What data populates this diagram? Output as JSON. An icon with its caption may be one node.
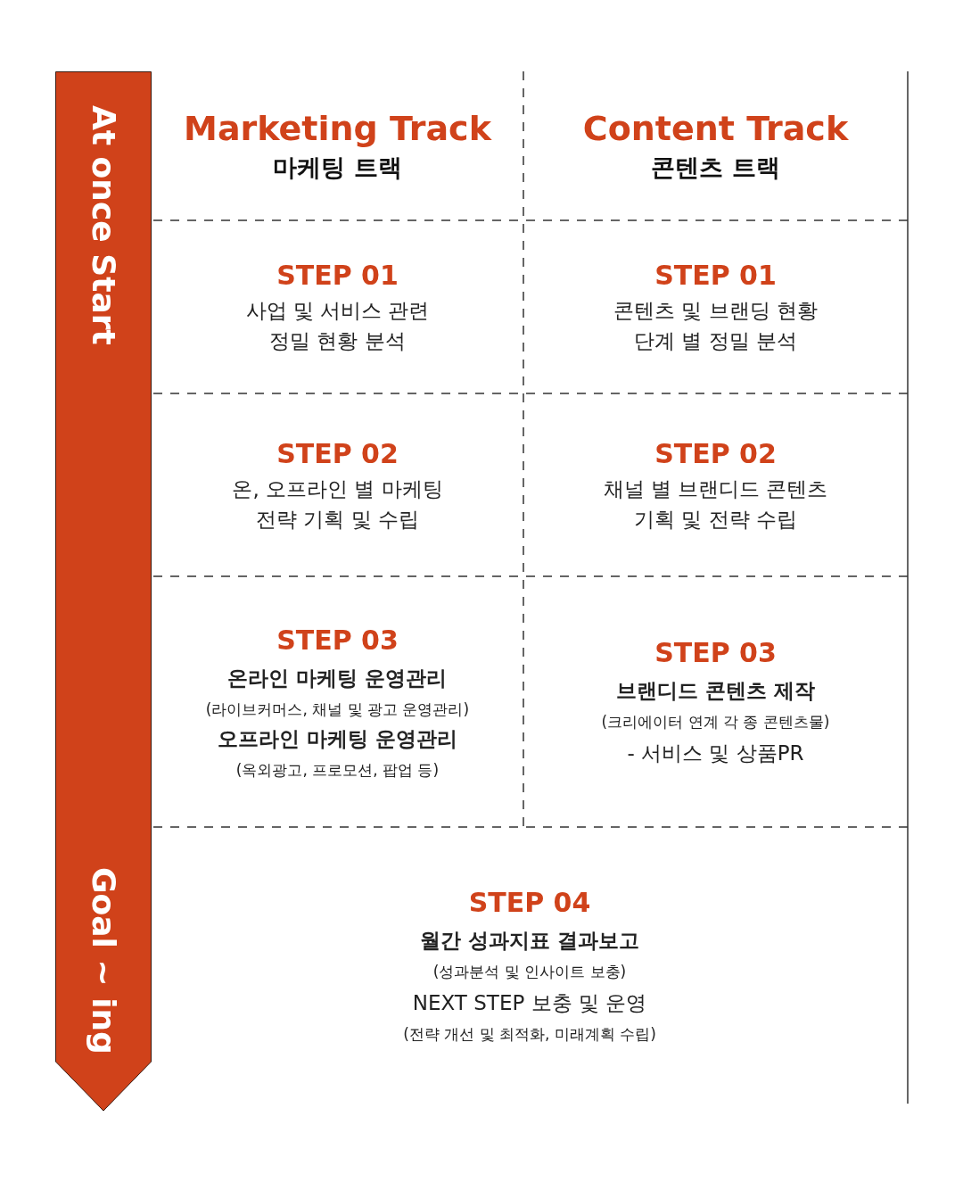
{
  "diagram": {
    "nodes": [
      {
        "text": [
          "At once Start",
          "Goal ~ ing"
        ]
      },
      {
        "text": [
          "Marketing Track",
          "마케팅 트랙"
        ]
      },
      {
        "text": [
          "Content Track",
          "콘텐츠 트랙"
        ]
      },
      {
        "text": [
          "STEP 01",
          "사업 및 서비스 관련 정밀 현황 분석"
        ]
      },
      {
        "text": [
          "STEP 01",
          "콘텐츠 및 브랜딩 현황 단계 별 정밀 분석"
        ]
      },
      {
        "text": [
          "STEP 02",
          "온, 오프라인 별 마케팅 전략 기획 및 수립"
        ]
      },
      {
        "text": [
          "STEP 02",
          "채널 별 브랜디드 콘텐츠 기획 및 전략 수립"
        ]
      },
      {
        "text": [
          "STEP 03",
          "온라인 마케팅 운영관리",
          "(라이브커머스, 채널 및 광고 운영관리)",
          "오프라인 마케팅 운영관리",
          "(옥외광고, 프로모션, 팝업 등)"
        ]
      },
      {
        "text": [
          "STEP 03",
          "브랜디드 콘텐츠 제작",
          "(크리에이터 연계 각 종 콘텐츠물)",
          "- 서비스 및 상품PR"
        ]
      },
      {
        "text": [
          "STEP 04",
          "월간 성과지표 결과보고",
          "(성과분석 및 인사이트 보충)",
          "NEXT STEP 보충 및 운영",
          "(전략 개선 및 최적화, 미래계획 수립)"
        ]
      }
    ]
  }
}
